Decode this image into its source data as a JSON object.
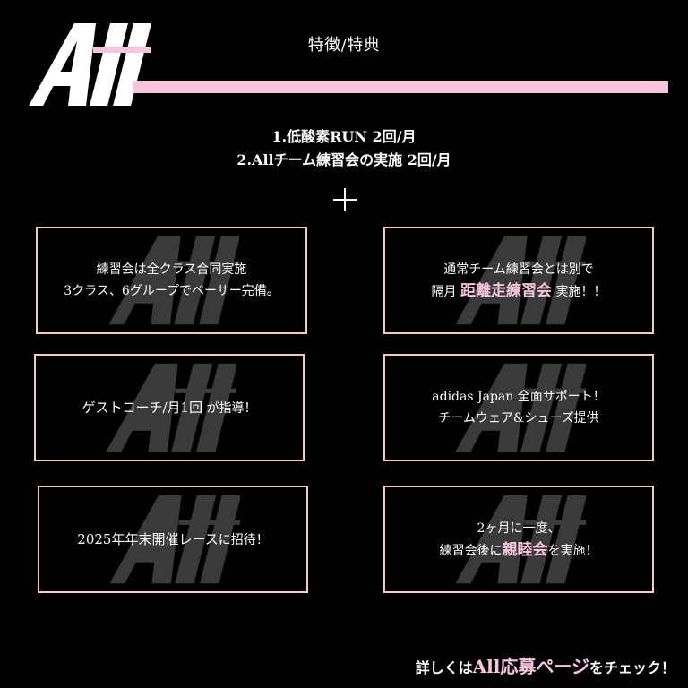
{
  "logo": {
    "text": "All"
  },
  "header": {
    "title": "特徴/特典"
  },
  "features": [
    "1.低酸素RUN 2回/月",
    "2.Allチーム練習会の実施 2回/月"
  ],
  "cards": [
    {
      "line1": "練習会は全クラス合同実施",
      "line2": "3クラス、6グループでペーサー完備。"
    },
    {
      "line1": "通常チーム練習会とは別で",
      "line2_pre": "隔月 ",
      "line2_em": "距離走練習会",
      "line2_post": " 実施！！"
    },
    {
      "line1_em": "ゲストコーチ/月1回",
      "line1_post": " が指導！"
    },
    {
      "line1": "adidas Japan 全面サポート！",
      "line2": "チームウェア&シューズ提供"
    },
    {
      "line1_em": "2025年年末開催レース",
      "line1_post": "に招待！"
    },
    {
      "line1": "2ヶ月に一度、",
      "line2_pre": "練習会後に",
      "line2_em": "親睦会",
      "line2_post": "を実施！"
    }
  ],
  "footer": {
    "pre": "詳しくは",
    "em": "All応募ページ",
    "post": "をチェック！"
  },
  "colors": {
    "accent": "#f7c6dc",
    "background": "#000000",
    "text": "#ffffff",
    "watermark": "#3a3a3a"
  }
}
